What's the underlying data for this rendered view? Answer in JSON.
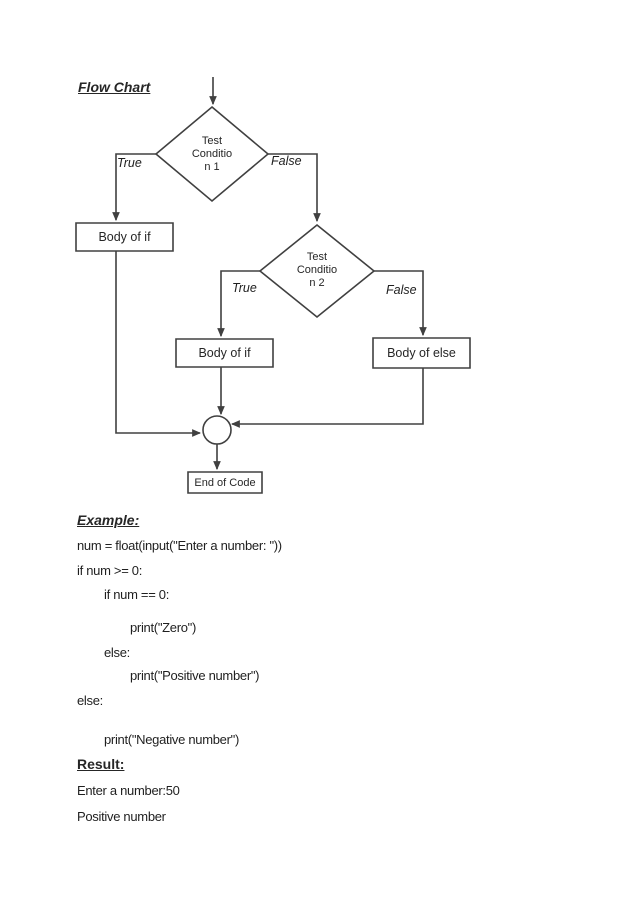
{
  "page": {
    "title": "Flow Chart",
    "example_heading": "Example:",
    "result_heading": "Result:"
  },
  "flowchart": {
    "diamond1": {
      "lines": [
        "Test",
        "Conditio",
        "n 1"
      ],
      "true_label": "True",
      "false_label": "False"
    },
    "diamond2": {
      "lines": [
        "Test",
        "Conditio",
        "n 2"
      ],
      "true_label": "True",
      "false_label": "False"
    },
    "boxes": {
      "if1": "Body of if",
      "if2": "Body of if",
      "else1": "Body of else",
      "end": "End of Code"
    }
  },
  "code": {
    "lines": [
      "num = float(input(\"Enter a number: \"))",
      "if num >= 0:",
      "if num == 0:",
      "print(\"Zero\")",
      "else:",
      "print(\"Positive number\")",
      "else:",
      "print(\"Negative number\")"
    ]
  },
  "result": {
    "lines": [
      "Enter a number:50",
      "Positive number"
    ]
  },
  "colors": {
    "ink": "#262626",
    "line": "#404040",
    "background": "#ffffff"
  }
}
